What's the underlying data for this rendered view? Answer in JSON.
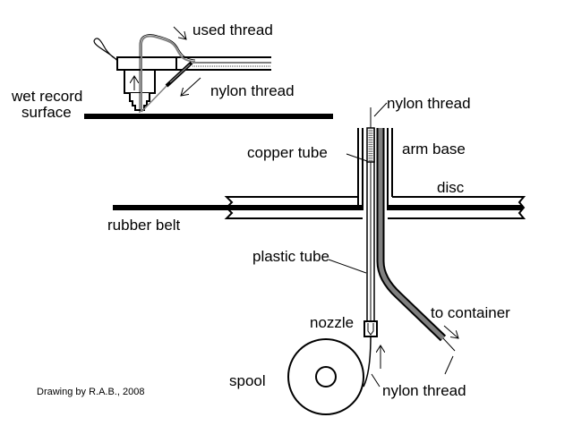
{
  "diagram": {
    "type": "mechanical-cross-section",
    "subject": "record cleaning arm with nylon thread feed",
    "colors": {
      "line": "#000000",
      "used_thread": "#808080",
      "background": "#ffffff"
    },
    "labels": {
      "used_thread": "used thread",
      "nylon_thread_top": "nylon thread",
      "wet_record_line1": "wet record",
      "wet_record_line2": "surface",
      "nylon_thread_arm": "nylon thread",
      "copper_tube": "copper tube",
      "arm_base": "arm base",
      "disc": "disc",
      "rubber_belt": "rubber belt",
      "plastic_tube": "plastic tube",
      "to_container": "to container",
      "nozzle": "nozzle",
      "spool": "spool",
      "nylon_thread_bottom": "nylon thread",
      "credit": "Drawing by R.A.B., 2008"
    },
    "components": [
      {
        "id": "cleaning-head",
        "label": "wet record surface"
      },
      {
        "id": "arm-base",
        "label": "arm base"
      },
      {
        "id": "copper-tube",
        "label": "copper tube"
      },
      {
        "id": "disc",
        "label": "disc"
      },
      {
        "id": "rubber-belt",
        "label": "rubber belt"
      },
      {
        "id": "plastic-tube",
        "label": "plastic tube"
      },
      {
        "id": "nozzle",
        "label": "nozzle"
      },
      {
        "id": "spool",
        "label": "spool"
      },
      {
        "id": "return-hose",
        "label": "to container"
      }
    ],
    "flows": [
      {
        "from": "spool",
        "to": "cleaning-head",
        "medium": "nylon thread"
      },
      {
        "from": "cleaning-head",
        "to": "container",
        "medium": "used thread"
      }
    ]
  }
}
